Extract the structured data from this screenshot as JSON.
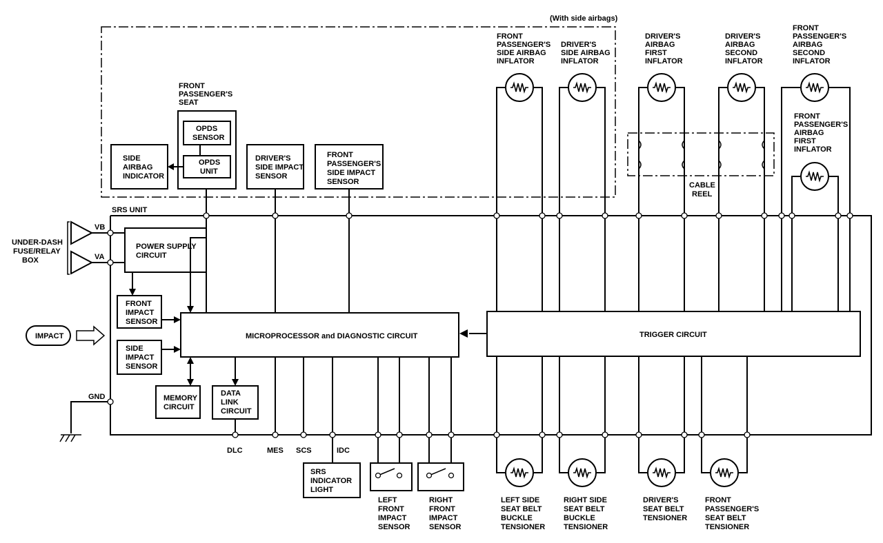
{
  "labels": {
    "with_side_airbags": "(With side airbags)",
    "srs_unit": "SRS UNIT",
    "cable_reel": [
      "CABLE",
      "REEL"
    ],
    "front_pass_seat": [
      "FRONT",
      "PASSENGER'S",
      "SEAT"
    ],
    "under_dash": [
      "UNDER-DASH",
      "FUSE/RELAY",
      "BOX"
    ],
    "vb": "VB",
    "va": "VA",
    "gnd": "GND",
    "impact": "IMPACT"
  },
  "boxes": {
    "opds_sensor": [
      "OPDS",
      "SENSOR"
    ],
    "opds_unit": [
      "OPDS",
      "UNIT"
    ],
    "side_airbag_indicator": [
      "SIDE",
      "AIRBAG",
      "INDICATOR"
    ],
    "drivers_side_impact_sensor": [
      "DRIVER'S",
      "SIDE IMPACT",
      "SENSOR"
    ],
    "front_pass_side_impact_sensor": [
      "FRONT",
      "PASSENGER'S",
      "SIDE IMPACT",
      "SENSOR"
    ],
    "power_supply_circuit": [
      "POWER SUPPLY",
      "CIRCUIT"
    ],
    "front_impact_sensor": [
      "FRONT",
      "IMPACT",
      "SENSOR"
    ],
    "side_impact_sensor": [
      "SIDE",
      "IMPACT",
      "SENSOR"
    ],
    "memory_circuit": [
      "MEMORY",
      "CIRCUIT"
    ],
    "data_link_circuit": [
      "DATA",
      "LINK",
      "CIRCUIT"
    ],
    "microprocessor": "MICROPROCESSOR and DIAGNOSTIC CIRCUIT",
    "trigger_circuit": "TRIGGER CIRCUIT",
    "srs_indicator_light": [
      "SRS",
      "INDICATOR",
      "LIGHT"
    ]
  },
  "terminals": {
    "dlc": "DLC",
    "mes": "MES",
    "scs": "SCS",
    "idc": "IDC"
  },
  "components_top": {
    "front_pass_side_airbag_inflator": [
      "FRONT",
      "PASSENGER'S",
      "SIDE AIRBAG",
      "INFLATOR"
    ],
    "drivers_side_airbag_inflator": [
      "DRIVER'S",
      "SIDE AIRBAG",
      "INFLATOR"
    ],
    "drivers_airbag_first_inflator": [
      "DRIVER'S",
      "AIRBAG",
      "FIRST",
      "INFLATOR"
    ],
    "drivers_airbag_second_inflator": [
      "DRIVER'S",
      "AIRBAG",
      "SECOND",
      "INFLATOR"
    ],
    "front_pass_airbag_second_inflator": [
      "FRONT",
      "PASSENGER'S",
      "AIRBAG",
      "SECOND",
      "INFLATOR"
    ],
    "front_pass_airbag_first_inflator": [
      "FRONT",
      "PASSENGER'S",
      "AIRBAG",
      "FIRST",
      "INFLATOR"
    ]
  },
  "components_bottom": {
    "left_front_impact_sensor": [
      "LEFT",
      "FRONT",
      "IMPACT",
      "SENSOR"
    ],
    "right_front_impact_sensor": [
      "RIGHT",
      "FRONT",
      "IMPACT",
      "SENSOR"
    ],
    "left_side_seat_belt_buckle_tensioner": [
      "LEFT SIDE",
      "SEAT BELT",
      "BUCKLE",
      "TENSIONER"
    ],
    "right_side_seat_belt_buckle_tensioner": [
      "RIGHT SIDE",
      "SEAT BELT",
      "BUCKLE",
      "TENSIONER"
    ],
    "drivers_seat_belt_tensioner": [
      "DRIVER'S",
      "SEAT BELT",
      "TENSIONER"
    ],
    "front_pass_seat_belt_tensioner": [
      "FRONT",
      "PASSENGER'S",
      "SEAT BELT",
      "TENSIONER"
    ]
  }
}
